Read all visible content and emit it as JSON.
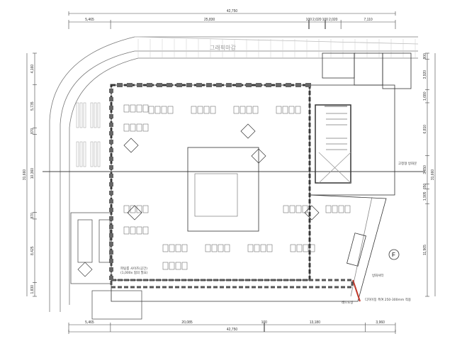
{
  "title_band_label": "그래픽마감",
  "dimensions": {
    "top_total": "42,750",
    "top": [
      "5,465",
      "25,830",
      "100",
      "2,020",
      "100",
      "2,020",
      "7,110"
    ],
    "top_values": [
      5465,
      25830,
      100,
      2020,
      100,
      2020,
      7110
    ],
    "bottom_total": "42,750",
    "bottom": [
      "5,465",
      "20,085",
      "100",
      "13,180",
      "3,960"
    ],
    "bottom_values": [
      5465,
      20085,
      100,
      13180,
      3960
    ],
    "left_total": "31,660",
    "left": [
      "4,160",
      "5,735",
      "870",
      "10,360",
      "870",
      "8,425",
      "1,830"
    ],
    "left_values": [
      4160,
      5735,
      870,
      10360,
      870,
      8425,
      1830
    ],
    "right_total": "31,660",
    "right": [
      "800",
      "3,920",
      "1,680",
      "6,810",
      "3,650",
      "650",
      "1,905",
      "11,965"
    ],
    "right_values": [
      800,
      3920,
      1680,
      6810,
      3650,
      650,
      1905,
      11965
    ]
  },
  "annotations": {
    "restroom_note": "피팅룸 사이즈(공간)",
    "restroom_note2": "(1,000x 협의 필요)",
    "fire_shutter": "방화셔터",
    "red_paint": "레드도장",
    "design_note": "디자이징 폭여 250-300mm 적용",
    "section_marker": "F",
    "right_note": "고정형 방화문"
  },
  "colors": {
    "line": "#333333",
    "wall": "#555555",
    "accent": "#c0392b"
  }
}
